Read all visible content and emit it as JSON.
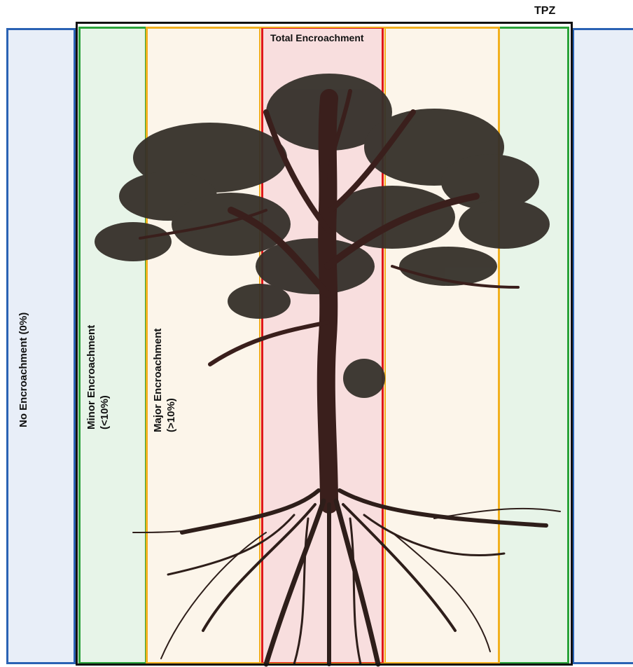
{
  "labels": {
    "tpz": "TPZ",
    "total": "Total Encroachment",
    "no": "No Encroachment (0%)",
    "minor_line1": "Minor Encroachment",
    "minor_line2": "(<10%)",
    "major_line1": "Major Encroachment",
    "major_line2": "(>10%)"
  },
  "colors": {
    "no_zone": "#2a62b4",
    "minor_zone": "#2aa33a",
    "major_zone": "#f2b01e",
    "total_zone": "#e01818",
    "tpz": "#111111",
    "foliage": "#35302a",
    "trunk": "#3a1f1c"
  },
  "icons": [
    "tree-silhouette"
  ]
}
